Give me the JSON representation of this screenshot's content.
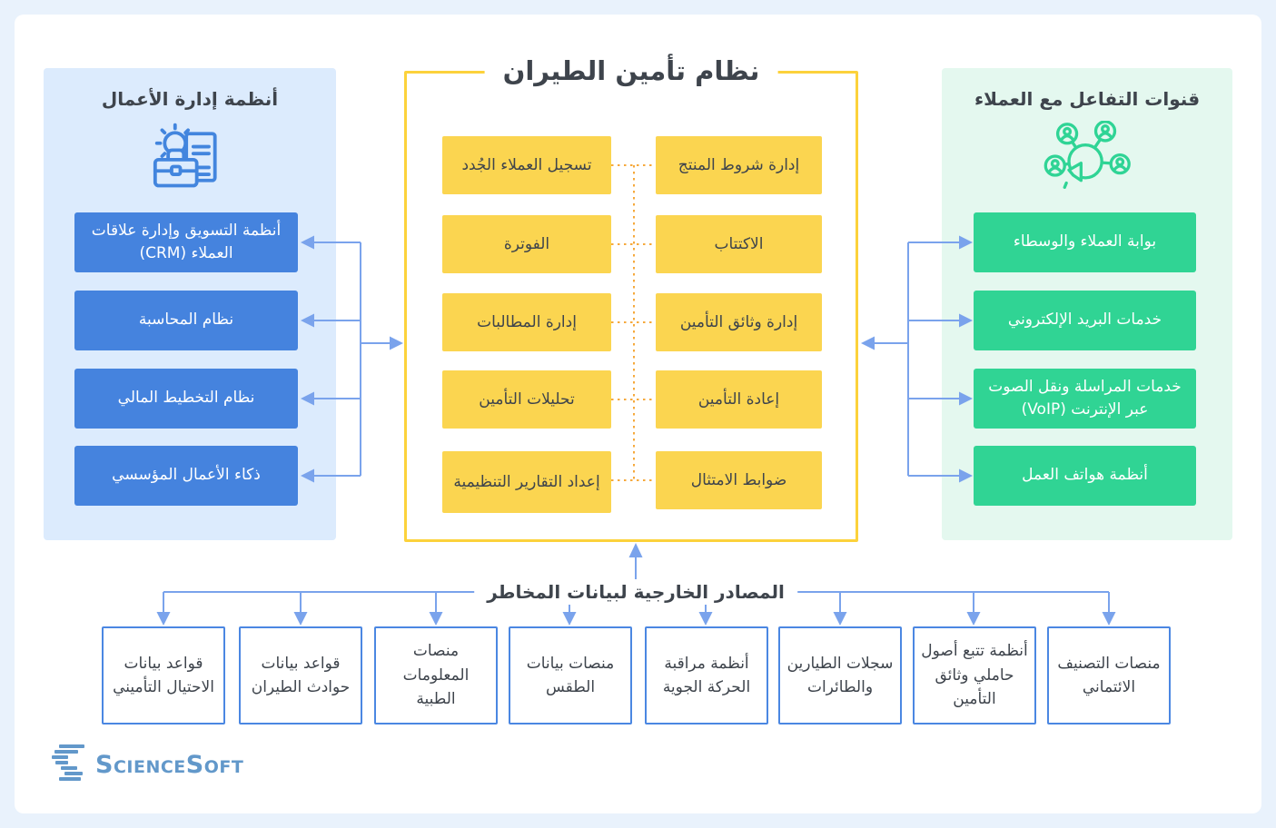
{
  "center_panel": {
    "title": "نظام تأمين الطيران",
    "right_column": [
      "إدارة شروط المنتج",
      "الاكتتاب",
      "إدارة وثائق التأمين",
      "إعادة التأمين",
      "ضوابط الامتثال"
    ],
    "left_column": [
      "تسجيل العملاء الجُدد",
      "الفوترة",
      "إدارة المطالبات",
      "تحليلات التأمين",
      "إعداد التقارير التنظيمية"
    ]
  },
  "left_panel": {
    "title": "أنظمة إدارة الأعمال",
    "icon": "business-management-icon",
    "items": [
      "أنظمة التسويق وإدارة علاقات العملاء (CRM)",
      "نظام المحاسبة",
      "نظام التخطيط المالي",
      "ذكاء الأعمال المؤسسي"
    ]
  },
  "right_panel": {
    "title": "قنوات التفاعل مع العملاء",
    "icon": "customer-network-icon",
    "items": [
      "بوابة العملاء والوسطاء",
      "خدمات البريد الإلكتروني",
      "خدمات المراسلة ونقل الصوت عبر الإنترنت (VoIP)",
      "أنظمة هواتف العمل"
    ]
  },
  "bottom": {
    "label": "المصادر الخارجية لبيانات المخاطر",
    "sources": [
      "منصات التصنيف الائتماني",
      "أنظمة تتبع أصول حاملي وثائق التأمين",
      "سجلات الطيارين والطائرات",
      "أنظمة مراقبة الحركة الجوية",
      "منصات بيانات الطقس",
      "منصات المعلومات الطبية",
      "قواعد بيانات حوادث الطيران",
      "قواعد بيانات الاحتيال التأميني"
    ]
  },
  "logo": {
    "name": "ScienceSoft",
    "parts": [
      "S",
      "CIENCE",
      "S",
      "OFT"
    ]
  },
  "colors": {
    "page_background": "#e9f2fc",
    "left_panel_background": "#dcebfd",
    "right_panel_background": "#e4f8ef",
    "blue_box": "#4583de",
    "green_box": "#30d494",
    "yellow_box": "#fbd550",
    "yellow_border": "#fcd23b",
    "connector_blue": "#7aa3ec",
    "dotted_orange": "#f6a93c",
    "source_box_border": "#4b87e2",
    "text_dark": "#3e444c",
    "logo_blue": "#6298ca"
  }
}
